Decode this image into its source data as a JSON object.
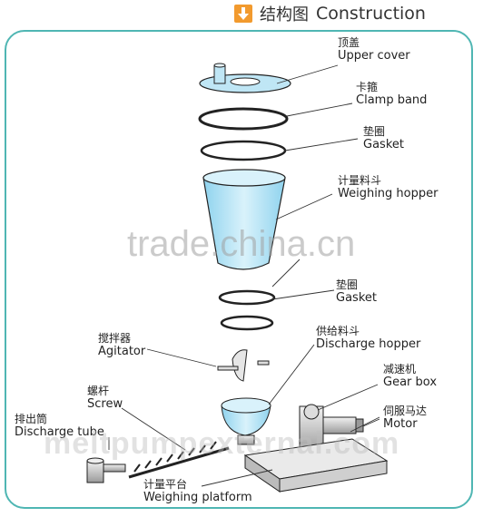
{
  "header": {
    "title_cn": "结构图",
    "title_en": "Construction",
    "icon": "download-arrow-icon"
  },
  "labels": [
    {
      "id": "upper-cover",
      "cn": "顶盖",
      "en": "Upper cover"
    },
    {
      "id": "clamp-band",
      "cn": "卡箍",
      "en": "Clamp band"
    },
    {
      "id": "gasket-1",
      "cn": "垫圈",
      "en": "Gasket"
    },
    {
      "id": "weighing-hopper",
      "cn": "计量料斗",
      "en": "Weighing hopper"
    },
    {
      "id": "gasket-2",
      "cn": "垫圈",
      "en": "Gasket"
    },
    {
      "id": "agitator",
      "cn": "搅拌器",
      "en": "Agitator"
    },
    {
      "id": "discharge-hopper",
      "cn": "供给料斗",
      "en": "Discharge hopper"
    },
    {
      "id": "screw",
      "cn": "螺杆",
      "en": "Screw"
    },
    {
      "id": "gear-box",
      "cn": "减速机",
      "en": "Gear box"
    },
    {
      "id": "discharge-tube",
      "cn": "排出筒",
      "en": "Discharge tube"
    },
    {
      "id": "motor",
      "cn": "伺服马达",
      "en": "Motor"
    },
    {
      "id": "weighing-platform",
      "cn": "计量平台",
      "en": "Weighing platform"
    }
  ],
  "watermarks": {
    "main": "trade.china.cn",
    "secondary": "meltpumpexternal.com"
  },
  "colors": {
    "frame": "#4fb6b3",
    "part_fill": "#bfe6f5",
    "outline": "#222222",
    "icon": "#f29a2e"
  }
}
